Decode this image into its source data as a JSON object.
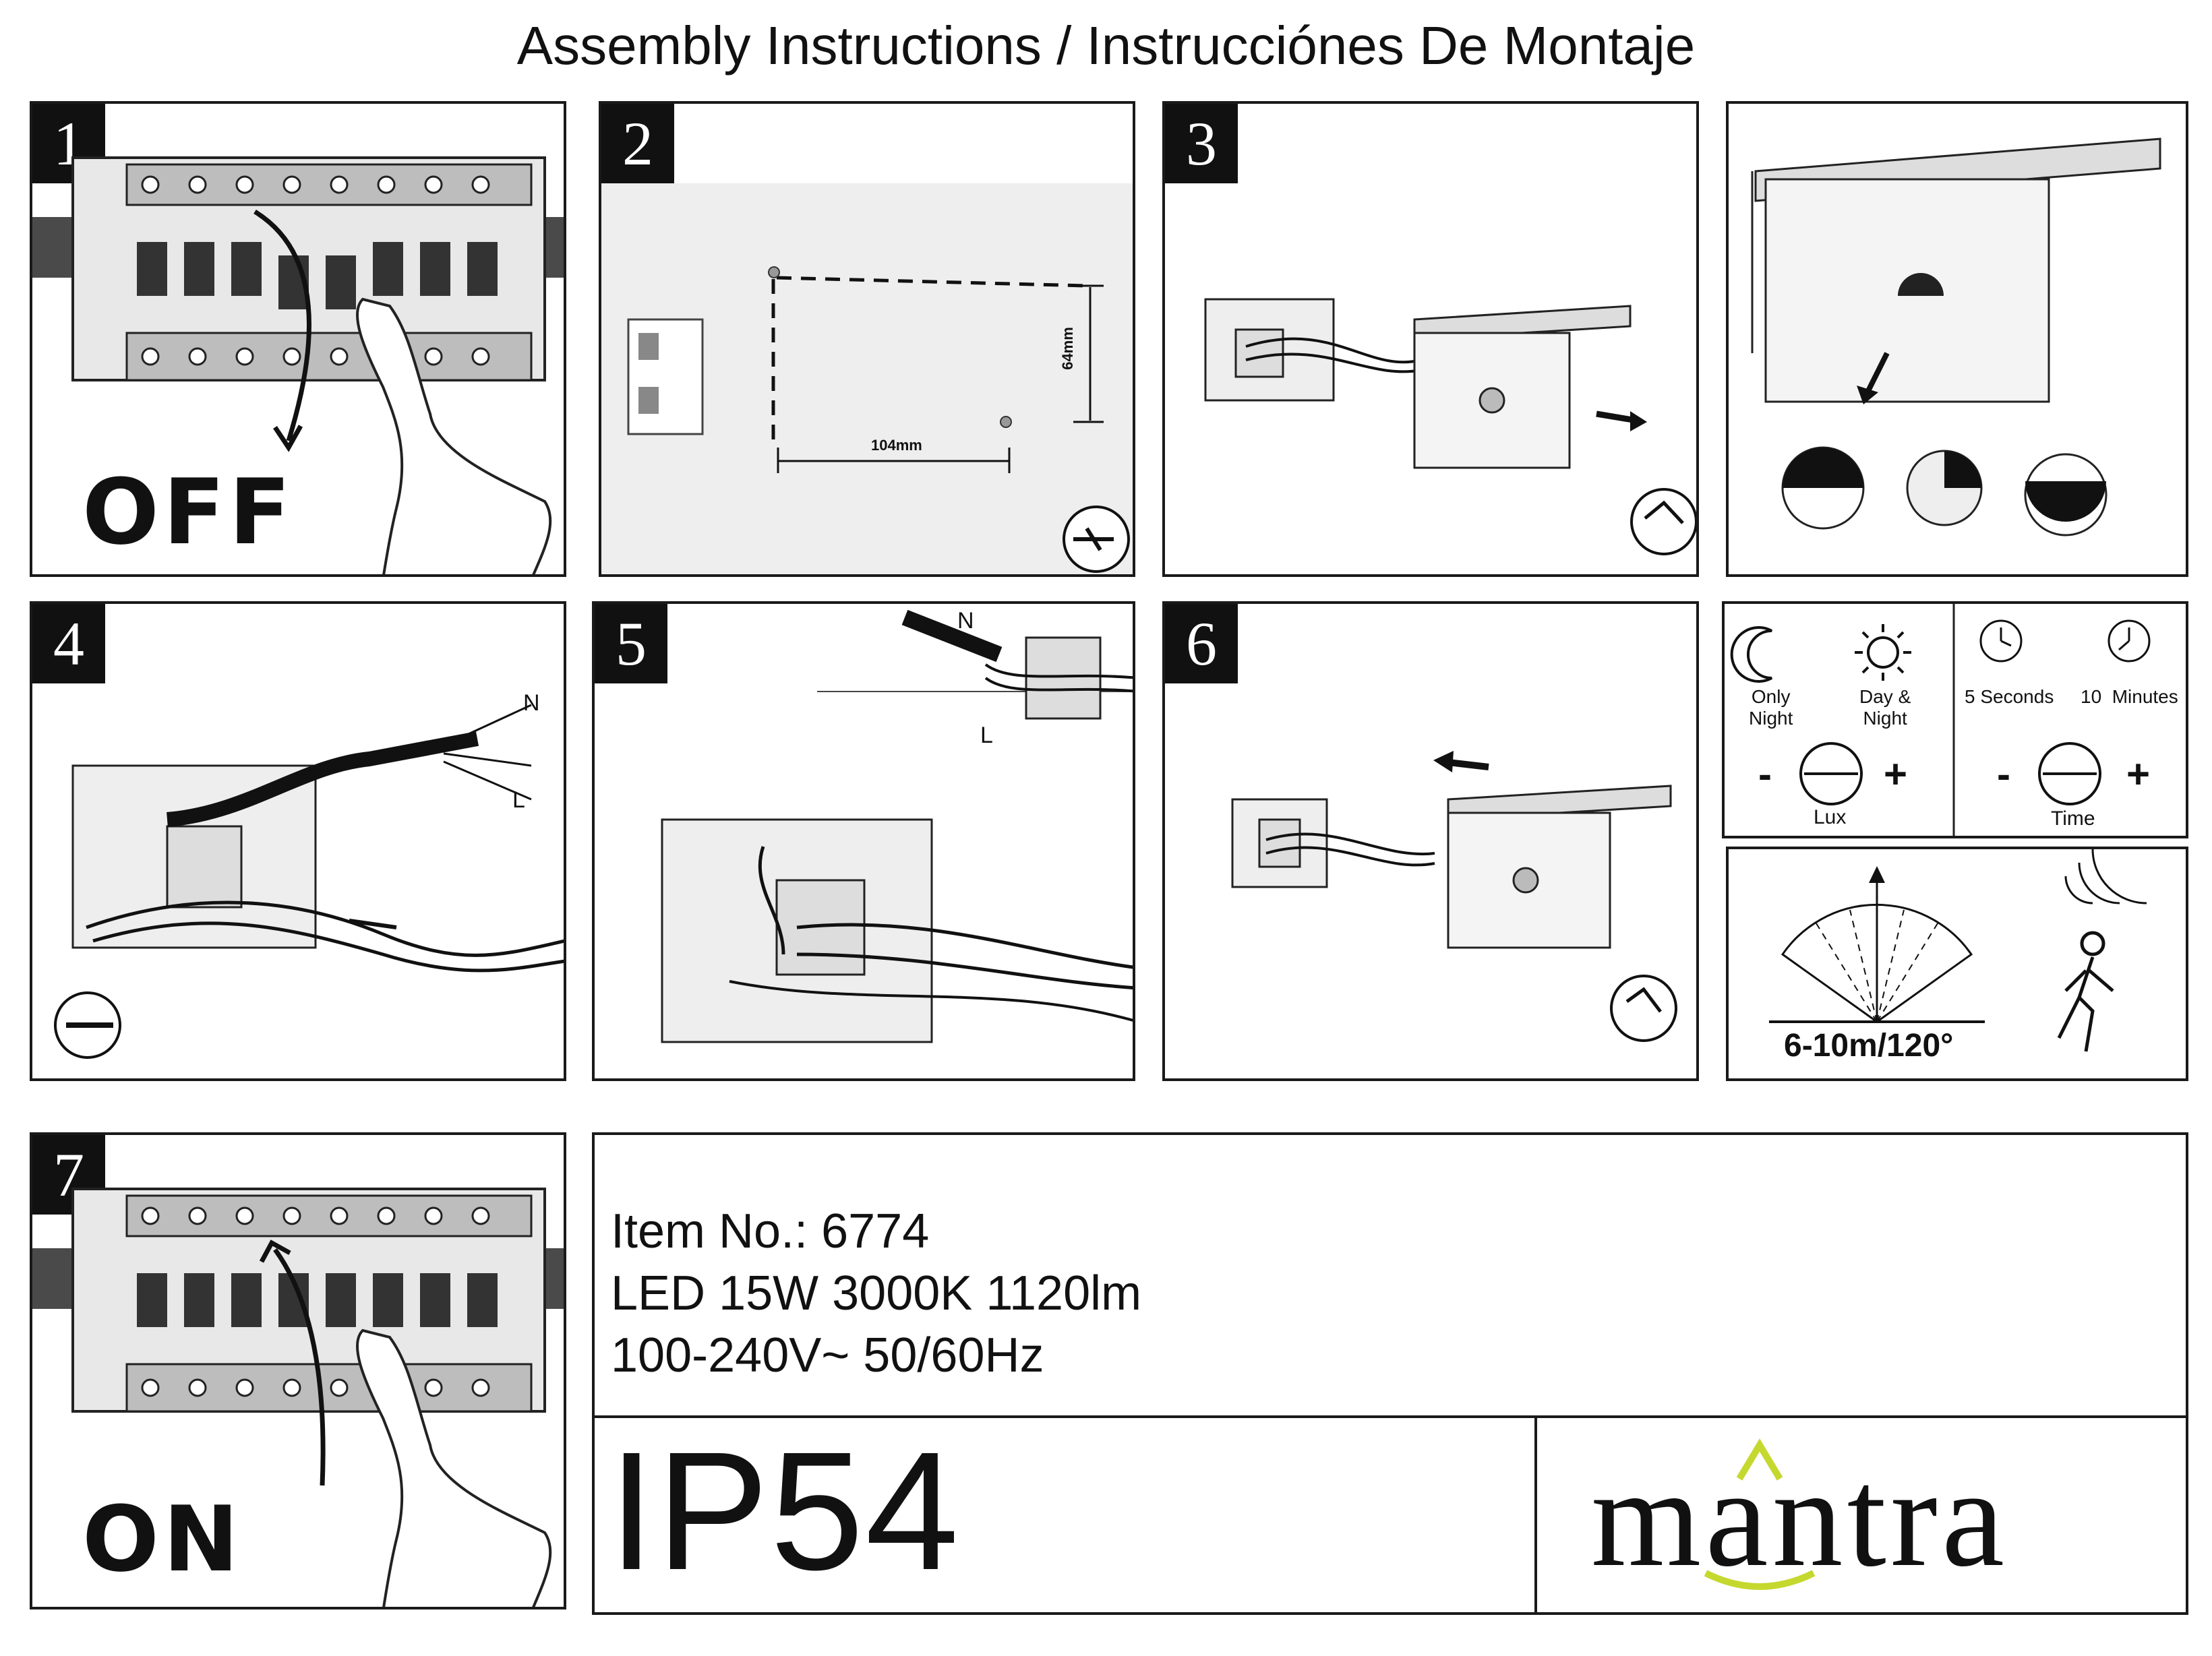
{
  "title": "Assembly Instructions / Instrucciónes De Montaje",
  "steps": {
    "s1": {
      "number": "1",
      "word": "OFF"
    },
    "s2": {
      "number": "2",
      "dim_vertical": "64mm",
      "dim_horizontal": "104mm"
    },
    "s3": {
      "number": "3"
    },
    "s4": {
      "number": "4",
      "wire_n": "N",
      "wire_l": "L"
    },
    "s5": {
      "number": "5",
      "wire_n": "N",
      "wire_l": "L"
    },
    "s6": {
      "number": "6"
    },
    "s7": {
      "number": "7",
      "word": "ON"
    }
  },
  "settings": {
    "lux": {
      "left_label": "Only\nNight",
      "right_label": "Day &\nNight",
      "minus": "-",
      "plus": "+",
      "caption": "Lux"
    },
    "time": {
      "left_label": "5 Seconds",
      "right_label": "10  Minutes",
      "minus": "-",
      "plus": "+",
      "caption": "Time"
    }
  },
  "detection": {
    "range": "6-10m/120°"
  },
  "info": {
    "item": "Item No.: 6774",
    "led": "LED 15W 3000K 1120lm",
    "voltage": "100-240V~ 50/60Hz",
    "ip": "IP54",
    "brand": "mantra"
  },
  "colors": {
    "logo_accent": "#c5d82e",
    "label_bg": "#111111"
  },
  "icons": [
    "breaker-panel-icon",
    "hand-icon",
    "wall-plug-icon",
    "drill-icon",
    "screwdriver-icon",
    "lamp-icon",
    "sensor-icon",
    "moon-icon",
    "sun-icon",
    "clock-icon",
    "walking-person-icon",
    "motion-waves-icon"
  ]
}
